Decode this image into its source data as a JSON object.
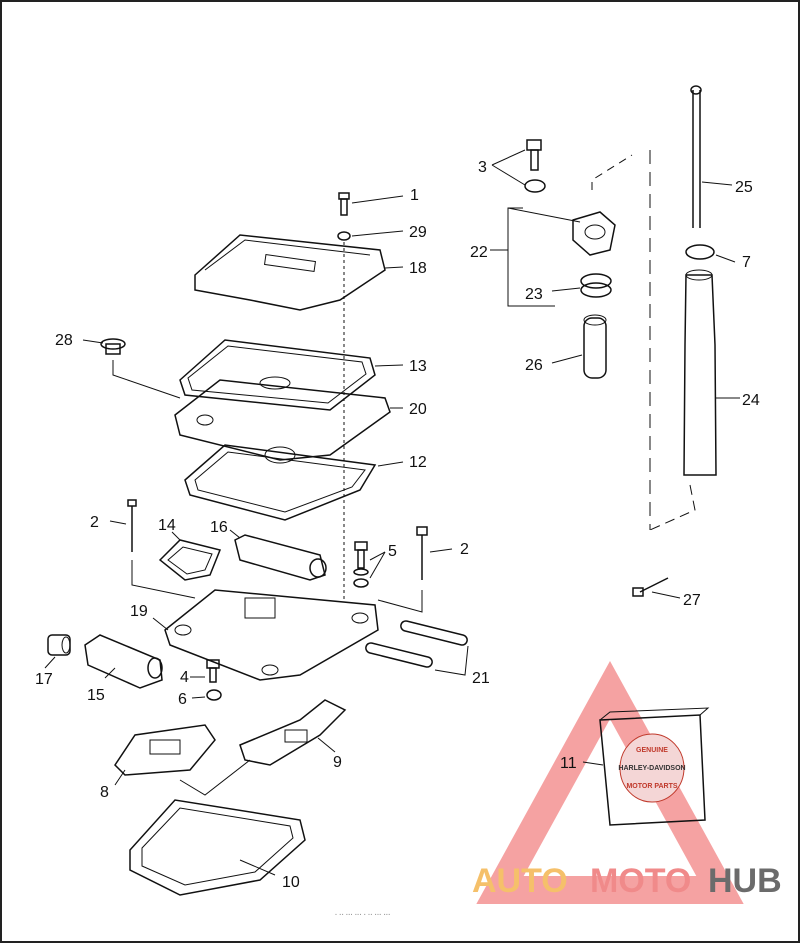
{
  "watermark": {
    "text_a": "AUTO",
    "text_b": "MOTO",
    "text_c": "HUB",
    "color_a": "#f5c06a",
    "color_b": "#f08a8a",
    "color_c": "#6b6b6b",
    "triangle_color": "#f28b8b"
  },
  "box_11": {
    "top_word": "GENUINE",
    "mid_word": "HARLEY-DAVIDSON",
    "bottom_word": "MOTOR PARTS",
    "accent": "#c0392b"
  },
  "callouts": [
    "1",
    "2",
    "2",
    "3",
    "4",
    "5",
    "6",
    "7",
    "8",
    "9",
    "10",
    "11",
    "12",
    "13",
    "14",
    "15",
    "16",
    "17",
    "18",
    "19",
    "20",
    "21",
    "22",
    "23",
    "24",
    "25",
    "26",
    "27",
    "28",
    "29"
  ],
  "footer_text": "· ·· ··· ··· · ·· ··· ···"
}
